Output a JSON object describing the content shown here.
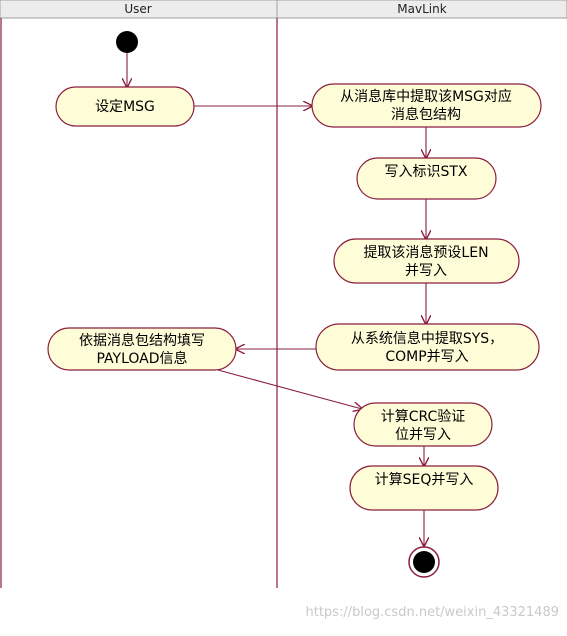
{
  "swimlanes": [
    {
      "id": "user",
      "title": "User"
    },
    {
      "id": "mavlink",
      "title": "MavLink"
    }
  ],
  "nodes": [
    {
      "id": "set-msg",
      "lines": [
        "设定MSG"
      ]
    },
    {
      "id": "extract-struct",
      "lines": [
        "从消息库中提取该MSG对应",
        "消息包结构"
      ]
    },
    {
      "id": "write-stx",
      "lines": [
        "写入标识STX"
      ]
    },
    {
      "id": "extract-len",
      "lines": [
        "提取该消息预设LEN",
        "并写入"
      ]
    },
    {
      "id": "extract-sys",
      "lines": [
        "从系统信息中提取SYS，",
        "COMP并写入"
      ]
    },
    {
      "id": "fill-payload",
      "lines": [
        "依据消息包结构填写",
        "PAYLOAD信息"
      ]
    },
    {
      "id": "calc-crc",
      "lines": [
        "计算CRC验证",
        "位并写入"
      ]
    },
    {
      "id": "calc-seq",
      "lines": [
        "计算SEQ并写入"
      ]
    }
  ],
  "watermark": "https://blog.csdn.net/weixin_43321489",
  "colors": {
    "node_fill": "#fffdd8",
    "node_stroke": "#8a1f3c",
    "edge": "#8a1f3c",
    "lane_line": "#8a1f3c",
    "header_fill": "#ececec"
  }
}
